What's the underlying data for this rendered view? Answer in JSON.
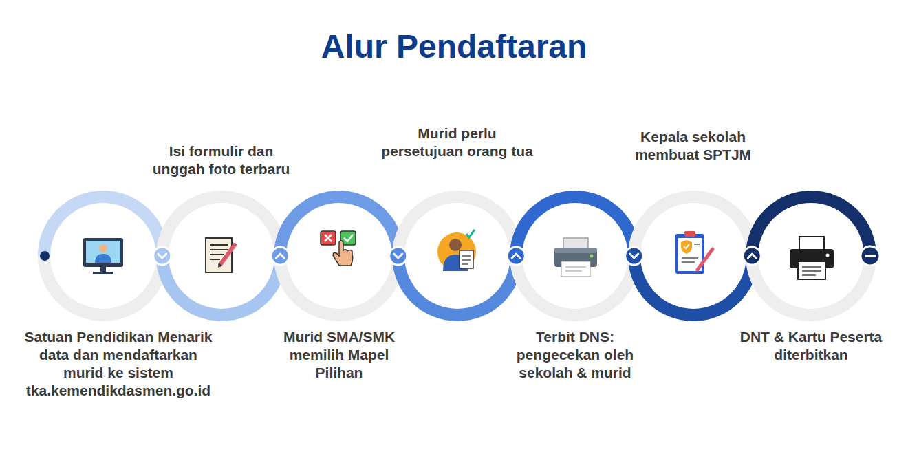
{
  "diagram": {
    "title": "Alur Pendaftaran",
    "nodes": [
      {
        "text": [
          "Satuan Pendidikan Menarik data dan mendaftarkan murid ke sistem tka.kemendikdasmen.go.id"
        ]
      },
      {
        "text": [
          "Isi formulir dan unggah foto terbaru"
        ]
      },
      {
        "text": [
          "Murid SMA/SMK memilih Mapel Pilihan"
        ]
      },
      {
        "text": [
          "Murid perlu persetujuan orang tua"
        ]
      },
      {
        "text": [
          "Terbit DNS: pengecekan oleh sekolah & murid"
        ]
      },
      {
        "text": [
          "Kepala sekolah membuat SPTJM"
        ]
      },
      {
        "text": [
          "DNT & Kartu Peserta diterbitkan"
        ]
      }
    ],
    "edges": [
      {
        "from": 0,
        "to": 1,
        "arrow": "to"
      },
      {
        "from": 1,
        "to": 2,
        "arrow": "to"
      },
      {
        "from": 2,
        "to": 3,
        "arrow": "to"
      },
      {
        "from": 3,
        "to": 4,
        "arrow": "to"
      },
      {
        "from": 4,
        "to": 5,
        "arrow": "to"
      },
      {
        "from": 5,
        "to": 6,
        "arrow": "to"
      }
    ]
  }
}
